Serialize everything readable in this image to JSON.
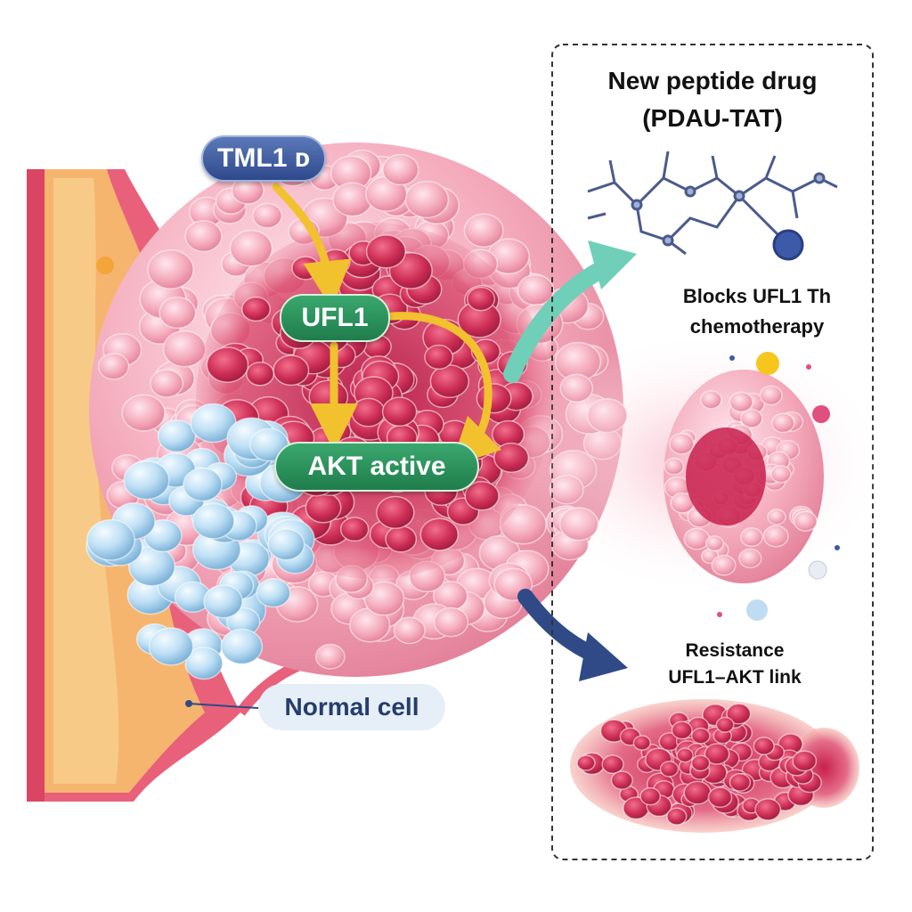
{
  "labels": {
    "tml1": "TML1 ᴅ",
    "ufl1": "UFL1",
    "akt_active": "AKT active",
    "normal_cell": "Normal cell"
  },
  "panel": {
    "title_line1": "New peptide drug",
    "title_line2": "(PDAU-TAT)",
    "blocks_line1": "Blocks UFL1 Th",
    "blocks_line2": "chemotherapy",
    "resistance_line1": "Resistance",
    "resistance_line2": "UFL1–AKT link"
  },
  "colors": {
    "tumor_pink": "#f2a4b6",
    "tumor_core": "#c4274e",
    "normal_blue": "#b9dcf3",
    "tissue_orange": "#f6b56f",
    "vessel_red": "#e0506a",
    "arrow_yellow": "#f2c12e",
    "arrow_teal": "#6fcfb8",
    "arrow_navy": "#2f4a86"
  },
  "icons": [
    "molecule-icon",
    "tumor-cluster-icon",
    "curved-arrow-icon"
  ]
}
